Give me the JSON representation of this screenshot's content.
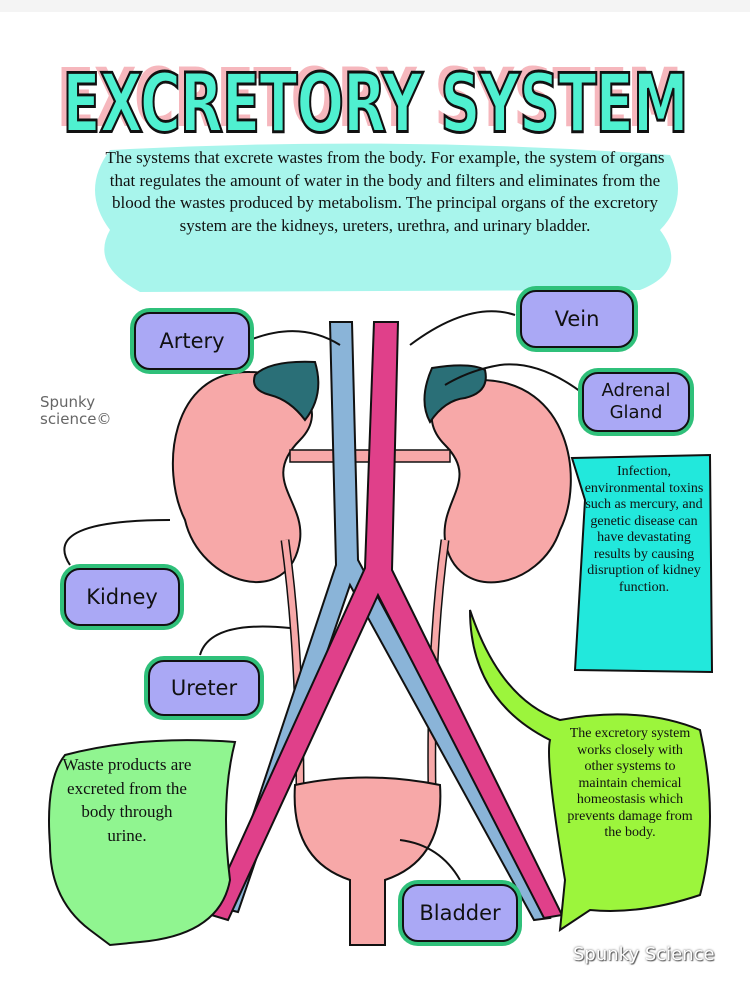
{
  "title": "EXCRETORY SYSTEM",
  "description": "The systems that excrete wastes from the body. For example, the system of organs that regulates the amount of water in the body and filters and eliminates from the blood the wastes produced by metabolism. The principal organs of the excretory system are the kidneys, ureters, urethra, and urinary bladder.",
  "labels": {
    "artery": "Artery",
    "vein": "Vein",
    "adrenal_gland": "Adrenal Gland",
    "kidney": "Kidney",
    "ureter": "Ureter",
    "bladder": "Bladder"
  },
  "notes": {
    "infection": "Infection, environmental toxins such as mercury, and genetic disease can have devastating results by causing disruption of kidney function.",
    "homeostasis": "The excretory system works closely with other systems to maintain chemical homeostasis which prevents damage from the body.",
    "waste": "Waste products are excreted from the body through urine."
  },
  "watermark": "Spunky science©",
  "footer": "Spunky Science",
  "colors": {
    "artery": "#8ab4d8",
    "vein": "#e0408a",
    "kidney": "#f7a8a8",
    "adrenal": "#2a6f77",
    "label_fill": "#aaa8f5",
    "label_border": "#2fc07a",
    "desc_bg": "#a8f5ec",
    "infection_bg": "#22e8dc",
    "homeostasis_bg": "#9cf53c",
    "waste_bg": "#90f590"
  }
}
